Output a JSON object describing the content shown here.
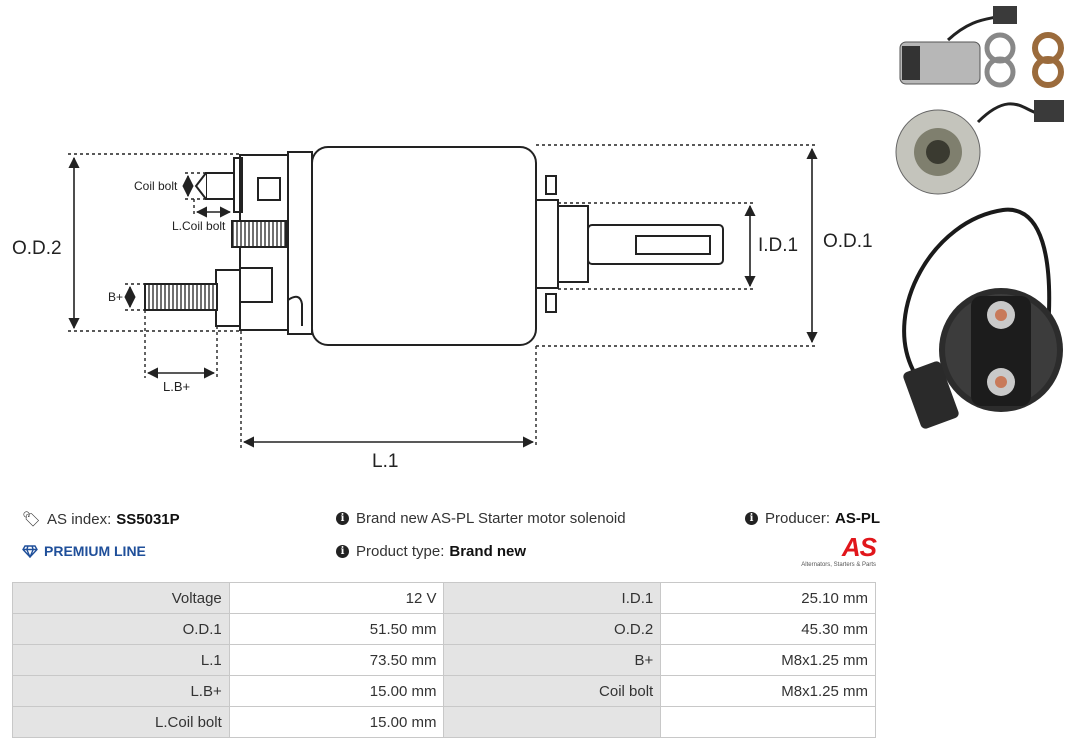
{
  "diagram": {
    "labels": {
      "od2": "O.D.2",
      "od1": "O.D.1",
      "id1": "I.D.1",
      "l1": "L.1",
      "coil_bolt": "Coil bolt",
      "l_coil_bolt": "L.Coil bolt",
      "b_plus": "B+",
      "l_b_plus": "L.B+"
    }
  },
  "info": {
    "as_index_label": "AS index:",
    "as_index_value": "SS5031P",
    "premium_line": "PREMIUM LINE",
    "description": "Brand new AS-PL Starter motor solenoid",
    "product_type_label": "Product type:",
    "product_type_value": "Brand new",
    "producer_label": "Producer:",
    "producer_value": "AS-PL"
  },
  "logo": {
    "mark": "AS",
    "tagline": "Alternators, Starters & Parts"
  },
  "specs": [
    {
      "label": "Voltage",
      "value": "12 V",
      "label2": "I.D.1",
      "value2": "25.10 mm"
    },
    {
      "label": "O.D.1",
      "value": "51.50 mm",
      "label2": "O.D.2",
      "value2": "45.30 mm"
    },
    {
      "label": "L.1",
      "value": "73.50 mm",
      "label2": "B+",
      "value2": "M8x1.25 mm"
    },
    {
      "label": "L.B+",
      "value": "15.00 mm",
      "label2": "Coil bolt",
      "value2": "M8x1.25 mm"
    },
    {
      "label": "L.Coil bolt",
      "value": "15.00 mm",
      "label2": "",
      "value2": ""
    }
  ],
  "colors": {
    "premium_blue": "#1f4f9a",
    "brand_red": "#e1161b",
    "table_label_bg": "#e4e4e4"
  }
}
